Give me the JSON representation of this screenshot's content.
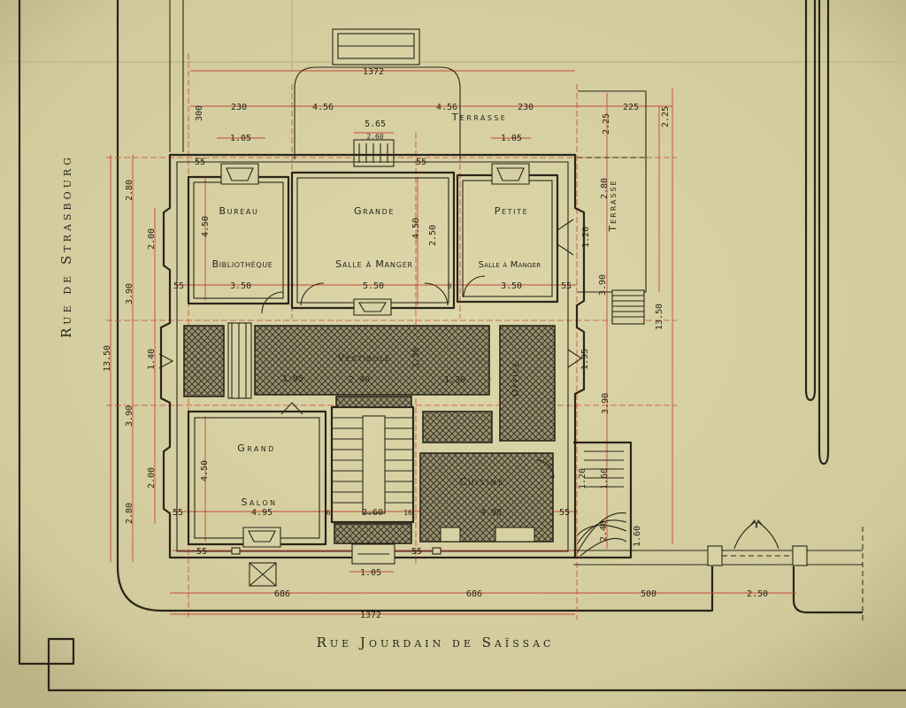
{
  "streets": {
    "left": "Rue de Strasbourg",
    "bottom": "Rue Jourdain de Saïssac"
  },
  "rooms": {
    "bureau": "Bureau",
    "bibliotheque": "Bibliothèque",
    "grande": "Grande",
    "salle_a_manger_grande": "Salle à Manger",
    "petite": "Petite",
    "salle_a_manger_petite": "Salle à Manger",
    "terrasse_top": "Terrasse",
    "terrasse_right": "Terrasse",
    "vestibule": "Vestibule",
    "office": "Office",
    "grand": "Grand",
    "salon": "Salon",
    "cuisine": "Cuisine"
  },
  "dimensions": [
    "1372",
    "230",
    "4.56",
    "4.56",
    "230",
    "225",
    "300",
    "5.65",
    "1.05",
    "2.60",
    "1.05",
    "2.25",
    "2.25",
    "55",
    "55",
    "2.80",
    "2.00",
    "4.50",
    "4.50",
    "2.50",
    "2.80",
    "1.20",
    "3.50",
    "5.50",
    "3.50",
    "55",
    "55",
    "3.90",
    "3.90",
    "13.50",
    "1.40",
    "13.50",
    "1.95",
    "2.40",
    "1.30",
    "3.50",
    "1.95",
    "3.90",
    "3.90",
    "2.00",
    "4.50",
    "2.80",
    "1.20",
    "1.60",
    "55",
    "4.95",
    "2.60",
    "4.98",
    "55",
    "2.40",
    "1.60",
    "55",
    "55",
    "1.05",
    "686",
    "686",
    "500",
    "2.50",
    "1372",
    "6",
    "6",
    "16"
  ],
  "colors": {
    "paper": "#d6d0a3",
    "ink": "#2b2519",
    "red": "#c5483b"
  }
}
